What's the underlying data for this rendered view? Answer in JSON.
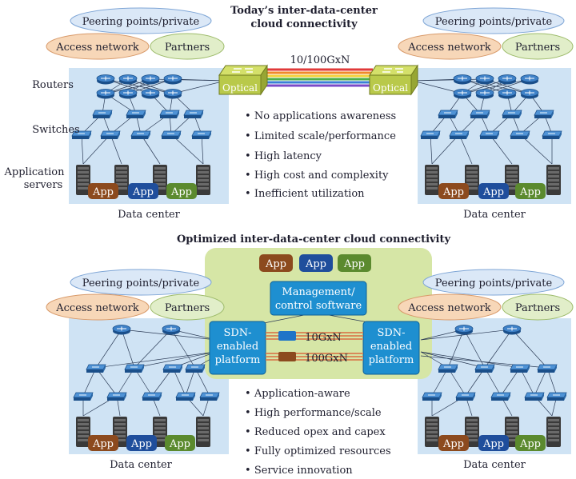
{
  "top": {
    "title_line1": "Today’s inter-data-center",
    "title_line2": "cloud connectivity",
    "link_label": "10/100GxN",
    "optical_label": "Optical",
    "row_labels": {
      "routers": "Routers",
      "switches": "Switches",
      "servers_line1": "Application",
      "servers_line2": "servers"
    },
    "bullets": [
      "No applications awareness",
      "Limited scale/performance",
      "High latency",
      "High cost and complexity",
      "Inefficient utilization"
    ]
  },
  "bottom": {
    "title": "Optimized inter-data-center cloud connectivity",
    "control_line1": "Management/",
    "control_line2": "control software",
    "sdn_line1": "SDN-",
    "sdn_line2": "enabled",
    "sdn_line3": "platform",
    "link_10g": "10GxN",
    "link_100g": "100GxN",
    "bullets": [
      "Application-aware",
      "High performance/scale",
      "Reduced opex and capex",
      "Fully optimized resources",
      "Service innovation"
    ]
  },
  "clouds": {
    "peering": "Peering points/private",
    "access": "Access network",
    "partners": "Partners"
  },
  "app_label": "App",
  "data_center_label": "Data center",
  "colors": {
    "cloud_blue": "#dbe8f7",
    "cloud_orange": "#f7d7b8",
    "cloud_green": "#e1eec9",
    "dc_bg": "#cfe3f4",
    "app_brown": "#8c4a1e",
    "app_blue": "#1f4e9c",
    "app_green": "#5b8a2e",
    "sdn_blue": "#1e8fd0",
    "panel_green": "#d6e6a6",
    "optical_green": "#b9c94a"
  }
}
